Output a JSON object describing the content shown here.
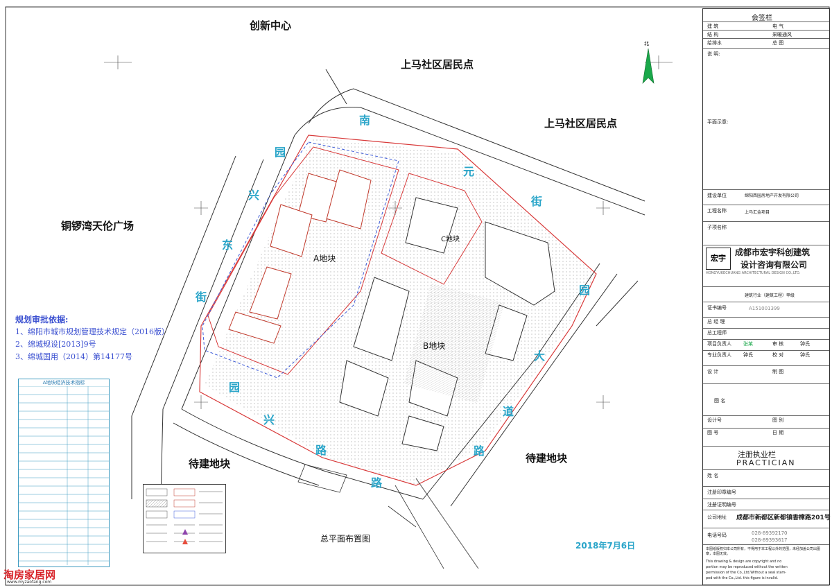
{
  "map": {
    "labels": {
      "innovation_center": "创新中心",
      "shangma_1": "上马社区居民点",
      "shangma_2": "上马社区居民点",
      "tongluowan": "铜锣湾天伦广场",
      "pending_left": "待建地块",
      "pending_right": "待建地块",
      "plot_a": "A地块",
      "plot_b": "B地块",
      "plot_c": "C地块",
      "title": "总平面布置图",
      "date": "2018年7月6日",
      "north": "北"
    },
    "road_west": [
      "园",
      "兴",
      "东",
      "街"
    ],
    "road_north": [
      "南",
      "元",
      "街"
    ],
    "road_south": [
      "园",
      "兴",
      "路",
      "路"
    ],
    "road_east": [
      "园",
      "大",
      "道",
      "路"
    ],
    "basis": {
      "heading": "规划审批依据:",
      "items": [
        "1、绵阳市城市规划管理技术规定（2016版）",
        "2、绵城规设[2013]9号",
        "3、绵城国用（2014）第14177号"
      ]
    },
    "econ_table_title": "A地块经济技术指标"
  },
  "title_block": {
    "sign_title": "会签栏",
    "sign_rows": [
      [
        "建 筑",
        "电 气"
      ],
      [
        "结 构",
        "采暖通风"
      ],
      [
        "给排水",
        "总 图"
      ]
    ],
    "notes": "说 明:",
    "key_plan": "平面示意:",
    "client_label": "建设单位",
    "client": "绵阳西园房地产开发有限公司",
    "project_label": "工程名称",
    "project": "上马汇金项目",
    "subitem_label": "子项名称",
    "company_name_1": "成都市宏宇科创建筑",
    "company_name_2": "设计咨询有限公司",
    "company_en": "HONGYUKECHUANG ARCHITECTURAL DESIGN CO.,LTD.",
    "logo_text": "宏宇",
    "qualification": "建筑行业（建筑工程）甲级",
    "cert_label": "证书编号",
    "cert": "A151001399",
    "roles": [
      {
        "label": "总 经 理",
        "sign": ""
      },
      {
        "label": "总工程师",
        "sign": ""
      },
      {
        "label": "项目负责人",
        "sign": "张某"
      },
      {
        "label": "专业负责人",
        "sign": "钟氏"
      },
      {
        "label": "设 计",
        "sign": ""
      }
    ],
    "roles_right": [
      {
        "label": "审 核",
        "sign": "钟氏"
      },
      {
        "label": "校 对",
        "sign": "钟氏"
      },
      {
        "label": "制 图",
        "sign": ""
      }
    ],
    "drawing_name_label": "图 名",
    "design_no_label": "设计号",
    "drawing_type_label": "图 别",
    "drawing_no_label": "图 号",
    "date_label": "日 期",
    "practician_cn": "注册执业栏",
    "practician_en": "PRACTICIAN",
    "name_label": "姓 名",
    "reg_seal_label": "注册印章编号",
    "reg_no_label": "注册证明编号",
    "address_label": "公司地址",
    "address": "成都市新都区新都镇香樟路201号",
    "phone_label": "电话号码",
    "phone_1": "028-89392170",
    "phone_2": "028-89393617",
    "copyright_cn": "本图纸版权归本公司所有，不得用于本工程以外的范围，未经加盖公司出图章，本图无效。",
    "copyright_en_1": "This drawing & design are copyright and no",
    "copyright_en_2": "portion may be reproduced without the written",
    "copyright_en_3": "permission of the Co.,Ltd.Without a seal stam-",
    "copyright_en_4": "ped with the Co.,Ltd. this figure is invalid."
  },
  "watermark": {
    "logo": "淘房家居网",
    "url": "www.myzaofang.com"
  },
  "colors": {
    "road_label": "#2aa5c9",
    "site_red": "#d83a3a",
    "building_red": "#c0392b",
    "blue_dash": "#3d5bd9",
    "basis_blue": "#3a4fd0",
    "hatch": "#9a9a9a",
    "north_green": "#1aa84a"
  }
}
